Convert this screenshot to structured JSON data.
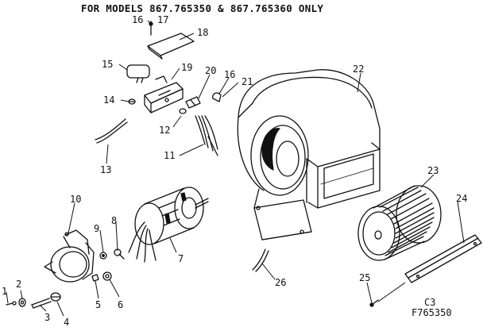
{
  "header": {
    "title": "FOR MODELS 867.765350 & 867.765360 ONLY"
  },
  "footer": {
    "code": "C3",
    "figure_id": "F765350"
  },
  "callouts": {
    "c1": "1",
    "c2": "2",
    "c3": "3",
    "c4": "4",
    "c5": "5",
    "c6": "6",
    "c7": "7",
    "c8": "8",
    "c9": "9",
    "c10": "10",
    "c11": "11",
    "c12": "12",
    "c13": "13",
    "c14": "14",
    "c15": "15",
    "c16a": "16",
    "c16b": "16",
    "c17": "17",
    "c18": "18",
    "c19": "19",
    "c20": "20",
    "c21": "21",
    "c22": "22",
    "c23": "23",
    "c24": "24",
    "c25": "25",
    "c26": "26"
  },
  "parts": [
    {
      "id": "1",
      "icon": "small-screw-icon"
    },
    {
      "id": "2",
      "icon": "washer-icon"
    },
    {
      "id": "3",
      "icon": "shaft-pin-icon"
    },
    {
      "id": "4",
      "icon": "set-screw-icon"
    },
    {
      "id": "5",
      "icon": "nut-icon"
    },
    {
      "id": "6",
      "icon": "grommet-icon"
    },
    {
      "id": "7",
      "icon": "blower-motor-icon"
    },
    {
      "id": "8",
      "icon": "bolt-icon"
    },
    {
      "id": "9",
      "icon": "lock-washer-icon"
    },
    {
      "id": "10",
      "icon": "motor-mount-icon"
    },
    {
      "id": "11",
      "icon": "wire-harness-icon"
    },
    {
      "id": "12",
      "icon": "screw-icon"
    },
    {
      "id": "13",
      "icon": "wire-tie-icon"
    },
    {
      "id": "14",
      "icon": "screw-icon"
    },
    {
      "id": "15",
      "icon": "capacitor-icon"
    },
    {
      "id": "16",
      "icon": "screw-icon"
    },
    {
      "id": "17",
      "icon": "screw-icon"
    },
    {
      "id": "18",
      "icon": "cover-plate-icon"
    },
    {
      "id": "19",
      "icon": "capacitor-bracket-icon"
    },
    {
      "id": "20",
      "icon": "connector-icon"
    },
    {
      "id": "21",
      "icon": "clip-icon"
    },
    {
      "id": "22",
      "icon": "blower-housing-icon"
    },
    {
      "id": "23",
      "icon": "blower-wheel-icon"
    },
    {
      "id": "24",
      "icon": "cutoff-plate-icon"
    },
    {
      "id": "25",
      "icon": "screw-icon"
    },
    {
      "id": "26",
      "icon": "wire-tie-icon"
    }
  ]
}
